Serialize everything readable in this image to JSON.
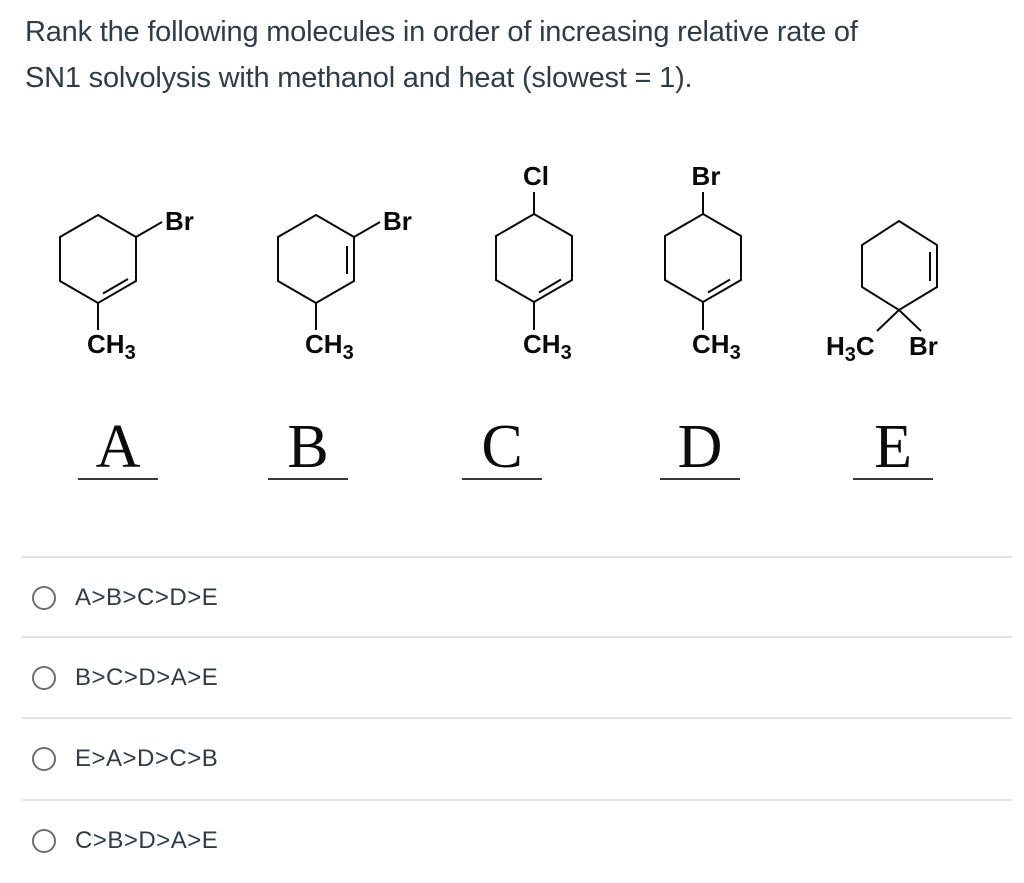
{
  "colors": {
    "text": "#2e3d49",
    "structure": "#0a0a0a",
    "divider": "#e4e4e4",
    "radio-border": "#6e6e6e",
    "background": "#ffffff"
  },
  "question": {
    "lines": [
      "Rank the following molecules in order of increasing relative rate of",
      "SN1 solvolysis with methanol and heat (slowest = 1)."
    ]
  },
  "molecules": [
    {
      "letter": "A",
      "halide": "Br",
      "methyl": {
        "main": "CH",
        "sub": "3"
      }
    },
    {
      "letter": "B",
      "halide": "Br",
      "methyl": {
        "main": "CH",
        "sub": "3"
      }
    },
    {
      "letter": "C",
      "halide": "Cl",
      "methyl": {
        "main": "CH",
        "sub": "3"
      }
    },
    {
      "letter": "D",
      "halide": "Br",
      "methyl": {
        "main": "CH",
        "sub": "3"
      }
    },
    {
      "letter": "E",
      "halide": "Br",
      "methyl": {
        "h": "H",
        "sub": "3",
        "c": "C"
      }
    }
  ],
  "options": [
    {
      "label": "A>B>C>D>E",
      "selected": false
    },
    {
      "label": "B>C>D>A>E",
      "selected": false
    },
    {
      "label": "E>A>D>C>B",
      "selected": false
    },
    {
      "label": "C>B>D>A>E",
      "selected": false
    }
  ]
}
